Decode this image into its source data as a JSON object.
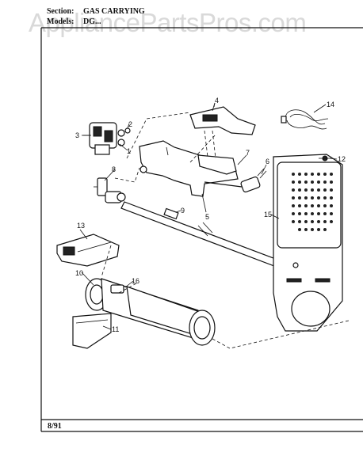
{
  "header": {
    "watermark": "AppliancePartsPros.com",
    "section_label": "Section:",
    "section_value": "GAS CARRYING",
    "models_label": "Models:",
    "models_value": "DG..."
  },
  "footer": {
    "date": "8/91"
  },
  "callouts": {
    "c1": "1",
    "c2": "2",
    "c3": "3",
    "c4": "4",
    "c5": "5",
    "c6": "6",
    "c7": "7",
    "c8": "8",
    "c9": "9",
    "c10": "10",
    "c11": "11",
    "c12": "12",
    "c13": "13",
    "c14": "14",
    "c15": "15",
    "c16": "16"
  }
}
